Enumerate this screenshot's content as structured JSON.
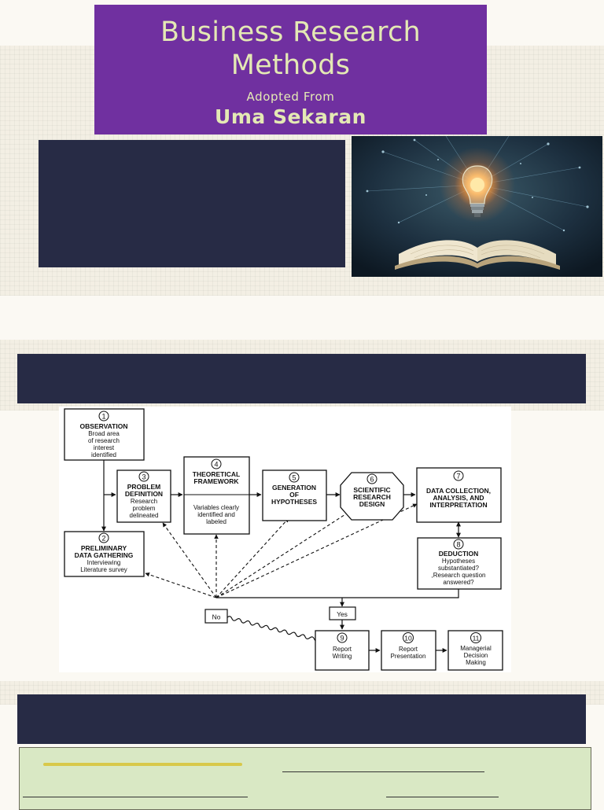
{
  "title": {
    "line1": "Business Research",
    "line2": "Methods",
    "subtitle": "Adopted From",
    "author": "Uma Sekaran"
  },
  "colors": {
    "title_bg": "#7030a0",
    "title_text": "#e4e9b4",
    "navy": "#272b45",
    "green_box": "#d9e8c4"
  },
  "image": {
    "icon": "lightbulb-over-open-book-icon"
  },
  "diagram": {
    "box1": {
      "num": "1",
      "lines": [
        "OBSERVATION",
        "Broad area",
        "of research",
        "interest",
        "identified"
      ]
    },
    "box2": {
      "num": "2",
      "lines": [
        "PRELIMINARY",
        "DATA GATHERING",
        "Interviewing",
        "Literature survey"
      ]
    },
    "box3": {
      "num": "3",
      "lines": [
        "PROBLEM",
        "DEFINITION",
        "Research",
        "problem",
        "delineated"
      ]
    },
    "box4": {
      "num": "4",
      "lines": [
        "THEORETICAL",
        "FRAMEWORK",
        "Variables clearly",
        "identified and",
        "labeled"
      ]
    },
    "box5": {
      "num": "5",
      "lines": [
        "GENERATION",
        "OF",
        "HYPOTHESES"
      ]
    },
    "box6": {
      "num": "6",
      "lines": [
        "SCIENTIFIC",
        "RESEARCH",
        "DESIGN"
      ]
    },
    "box7": {
      "num": "7",
      "lines": [
        "DATA COLLECTION,",
        "ANALYSIS, AND",
        "INTERPRETATION"
      ]
    },
    "box8": {
      "num": "8",
      "lines": [
        "DEDUCTION",
        "Hypotheses",
        "substantiated?",
        ",Research question",
        "answered?"
      ]
    },
    "no_label": "No",
    "yes_label": "Yes",
    "box9": {
      "num": "9",
      "lines": [
        "Report",
        "Writing"
      ]
    },
    "box10": {
      "num": "10",
      "lines": [
        "Report",
        "Presentation"
      ]
    },
    "box11": {
      "num": "11",
      "lines": [
        "Managerial",
        "Decision",
        "Making"
      ]
    }
  }
}
